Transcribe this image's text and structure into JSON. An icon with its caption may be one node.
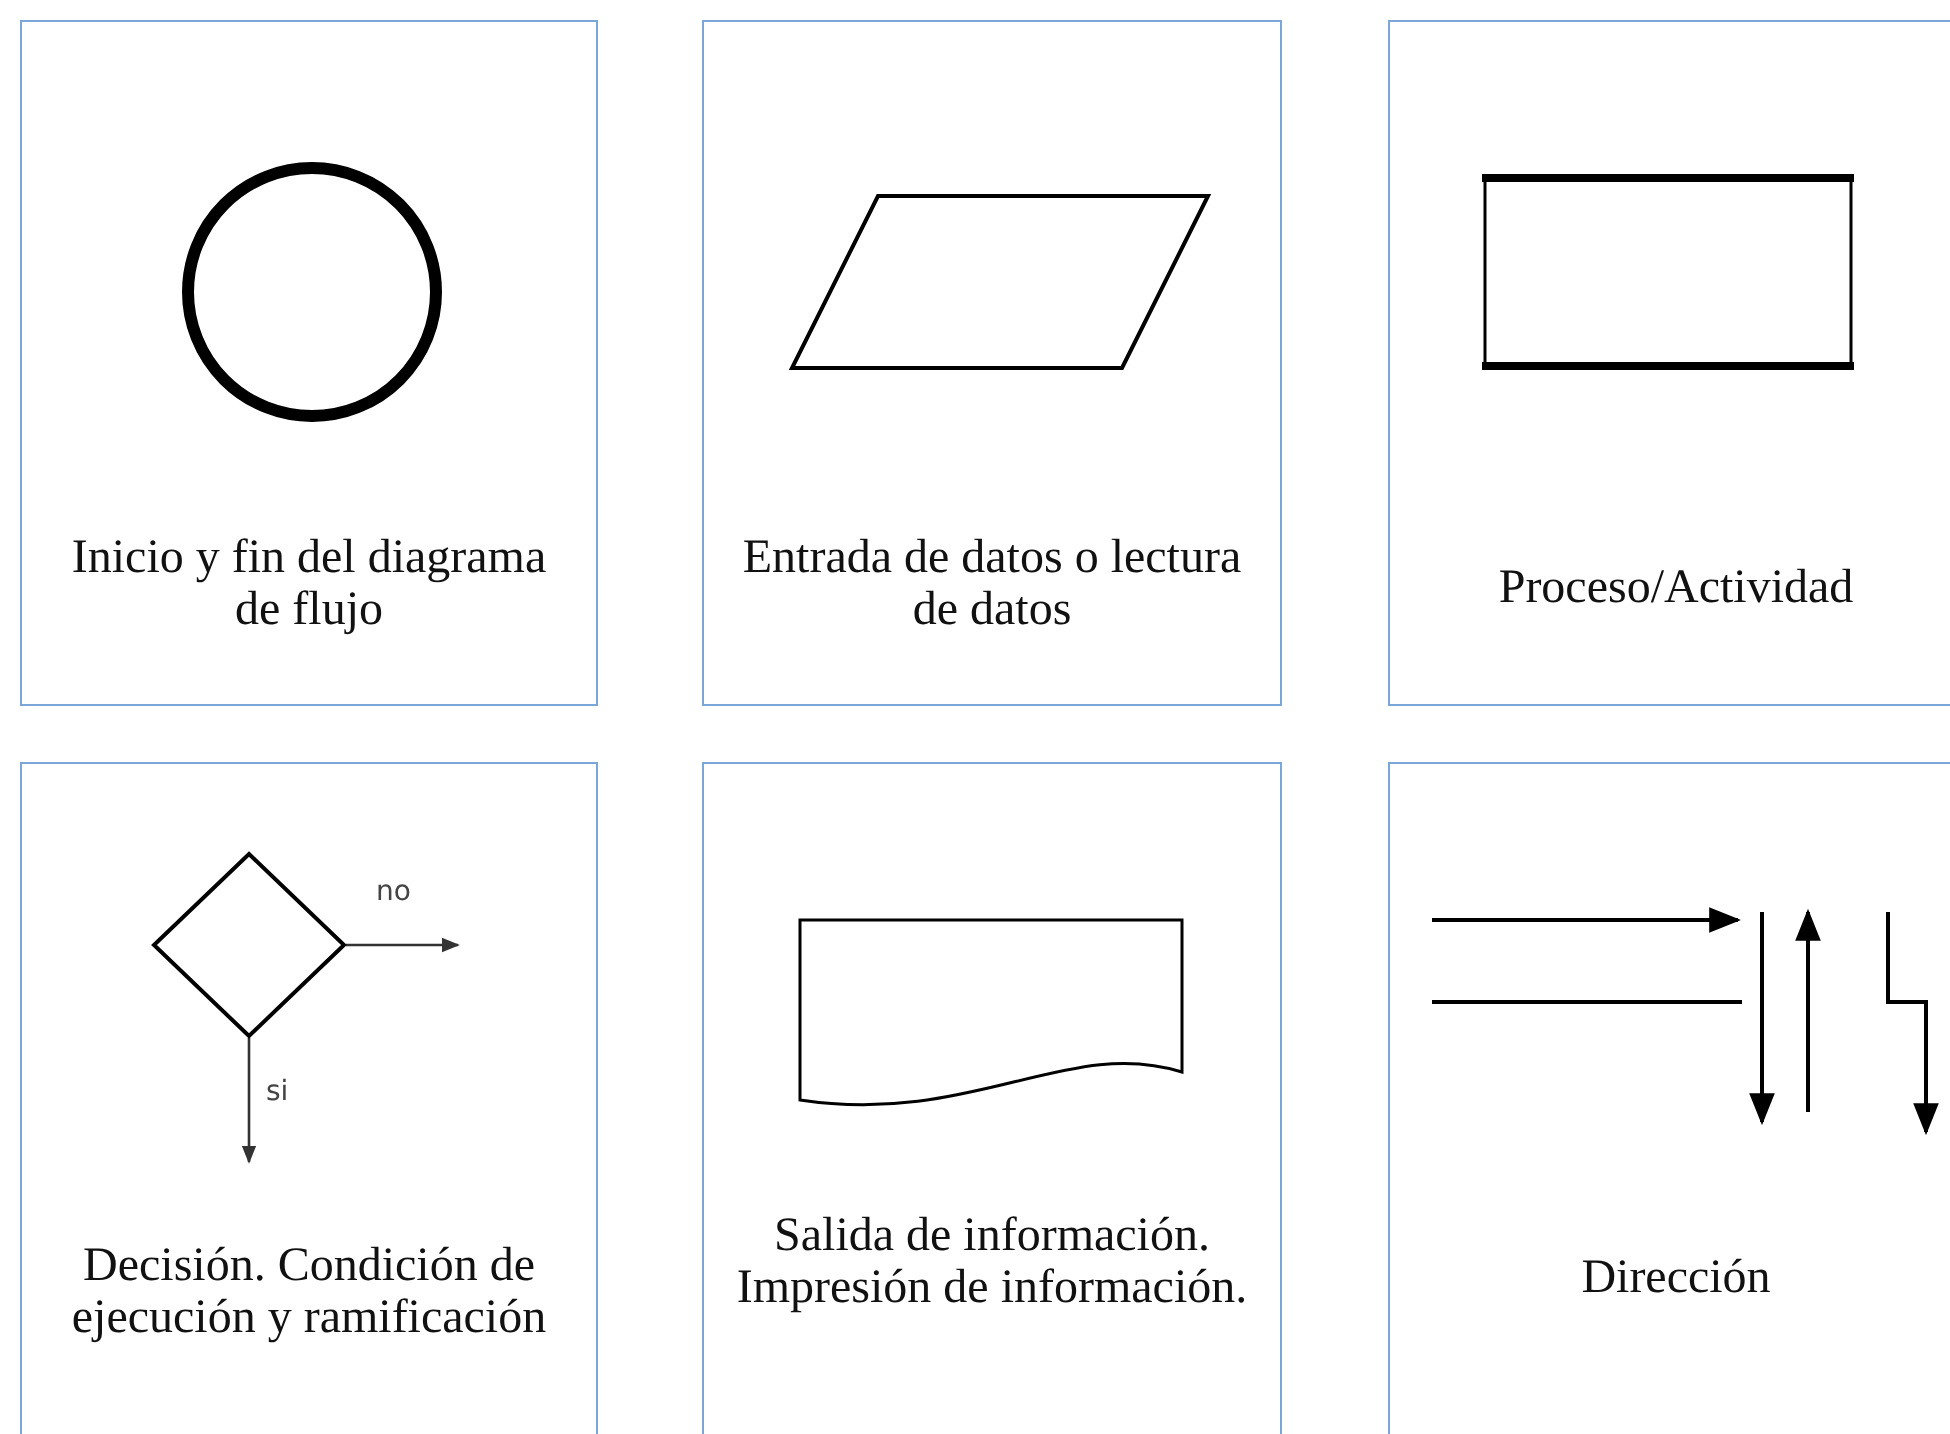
{
  "diagram": {
    "nodes": [
      {
        "text": [
          "Inicio y fin del diagrama de flujo"
        ]
      },
      {
        "text": [],
        "shape": "circle",
        "in": 0
      },
      {
        "text": [
          "Entrada de datos o lectura de datos"
        ]
      },
      {
        "text": [],
        "shape": "parallelogram",
        "in": 2
      },
      {
        "text": [
          "Proceso/Actividad"
        ]
      },
      {
        "text": [],
        "shape": "box",
        "in": 4
      },
      {
        "text": [
          "Decisión. Condición de ejecución y ramificación"
        ]
      },
      {
        "text": [],
        "shape": "diamond",
        "in": 6
      },
      {
        "text": [
          "Salida de información. Impresión de información."
        ]
      },
      {
        "text": [],
        "shape": "document",
        "in": 8
      },
      {
        "text": [
          "Dirección"
        ]
      }
    ],
    "edges": [
      {
        "from": 7,
        "to": null,
        "arrow": "to",
        "label": "no"
      },
      {
        "from": 7,
        "to": null,
        "arrow": "to",
        "label": "si"
      }
    ]
  }
}
